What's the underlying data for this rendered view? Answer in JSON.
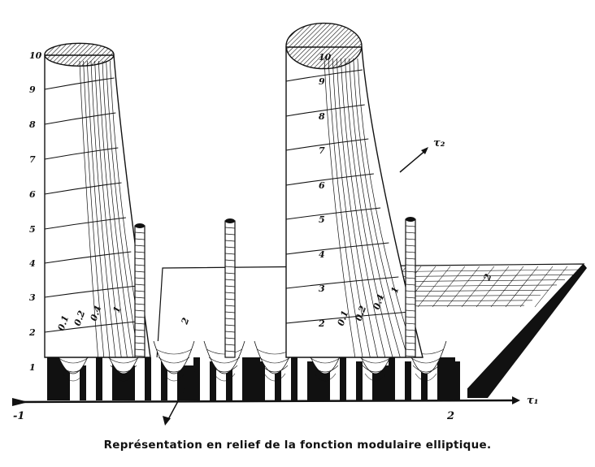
{
  "caption": "Représentation en relief de la fonction modulaire elliptique.",
  "axes": {
    "tau1_label": "τ₁",
    "tau2_label": "τ₂",
    "x_start_label": "-1",
    "x_end_label": "2"
  },
  "left_tower_scale": [
    "1",
    "2",
    "3",
    "4",
    "5",
    "6",
    "7",
    "8",
    "9",
    "10"
  ],
  "center_tower_scale": [
    "2",
    "3",
    "4",
    "5",
    "6",
    "7",
    "8",
    "9",
    "10"
  ],
  "contour_labels": [
    "0.1",
    "0.2",
    "0.4",
    "1",
    "2",
    "0.1",
    "0.2",
    "0.4",
    "1",
    "2"
  ],
  "colors": {
    "ink": "#111111",
    "paper": "#ffffff"
  }
}
